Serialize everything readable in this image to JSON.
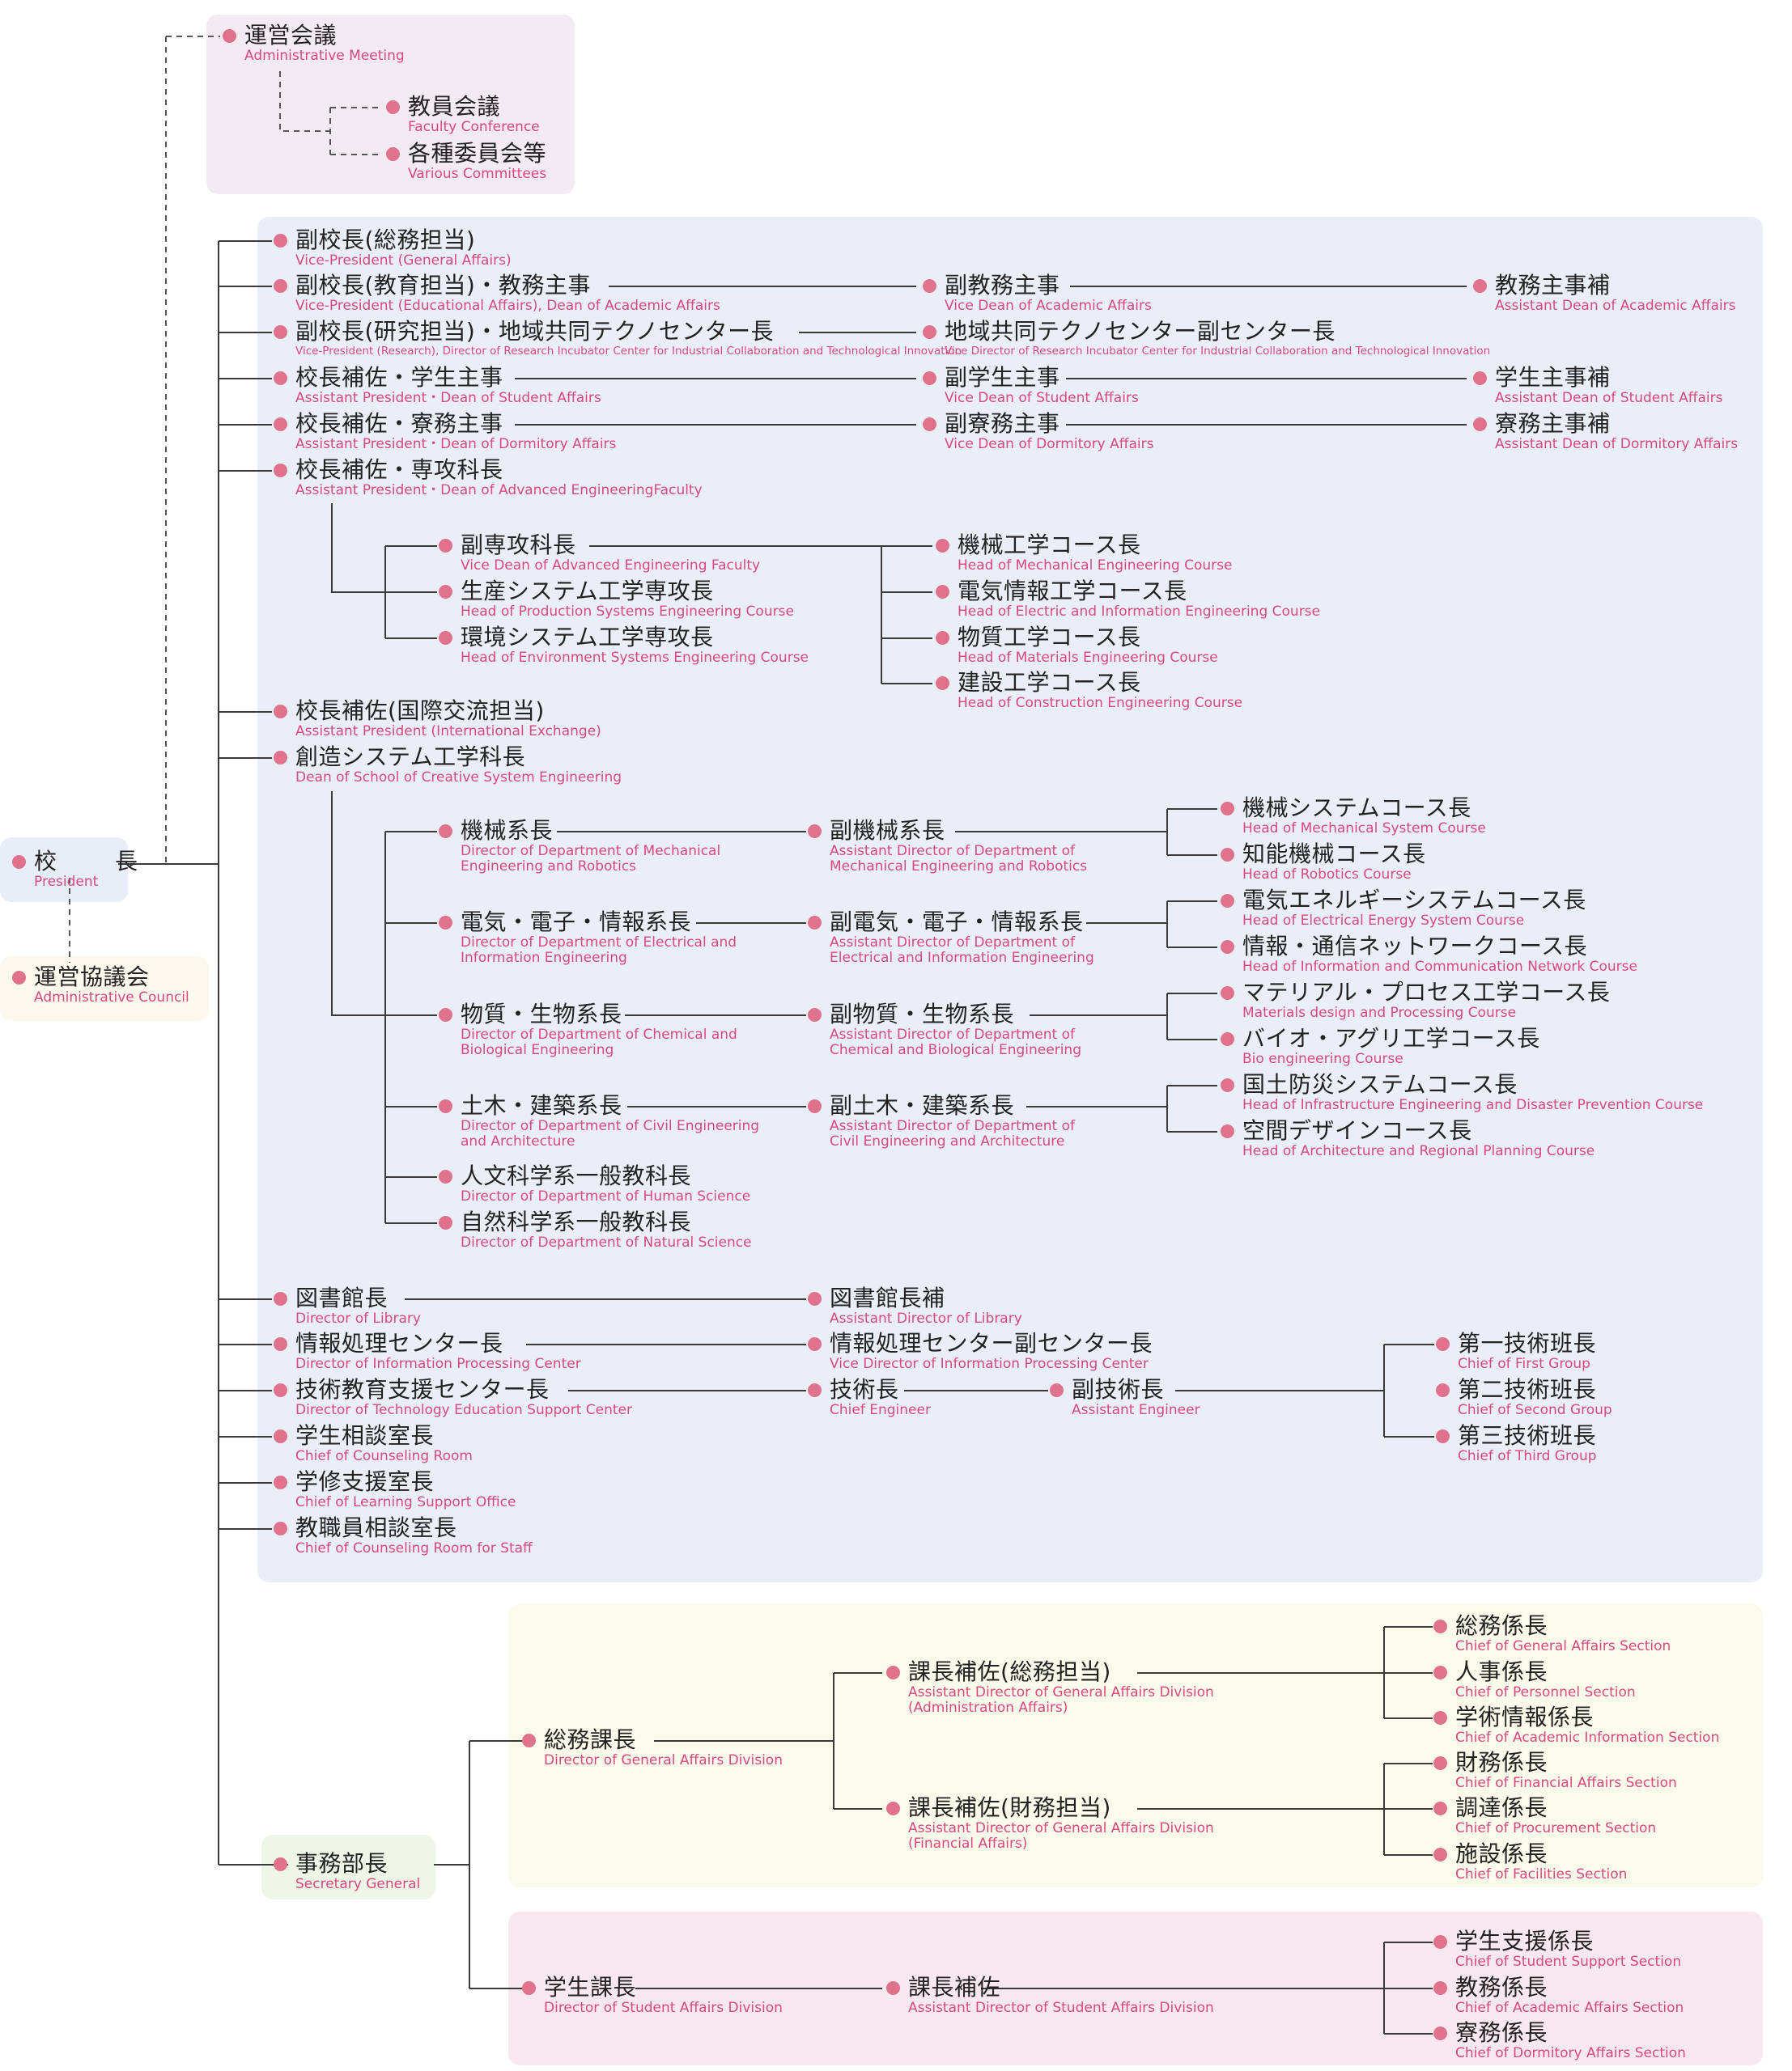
{
  "nodes": {
    "president": {
      "jp": "校　長",
      "en": "President"
    },
    "admin_meeting": {
      "jp": "運営会議",
      "en": "Administrative Meeting"
    },
    "faculty_conf": {
      "jp": "教員会議",
      "en": "Faculty Conference"
    },
    "committees": {
      "jp": "各種委員会等",
      "en": "Various Committees"
    },
    "admin_council": {
      "jp": "運営協議会",
      "en": "Administrative Council"
    },
    "vp_general": {
      "jp": "副校長(総務担当)",
      "en": "Vice-President (General Affairs)"
    },
    "vp_edu": {
      "jp": "副校長(教育担当)・教務主事",
      "en": "Vice-President (Educational Affairs), Dean of Academic Affairs"
    },
    "vice_dean_acad": {
      "jp": "副教務主事",
      "en": "Vice Dean of Academic Affairs"
    },
    "asst_dean_acad": {
      "jp": "教務主事補",
      "en": "Assistant Dean of Academic Affairs"
    },
    "vp_research": {
      "jp": "副校長(研究担当)・地域共同テクノセンター長",
      "en": "Vice-President (Research), Director of Research Incubator Center for Industrial Collaboration and Technological Innovation"
    },
    "vice_dir_techno": {
      "jp": "地域共同テクノセンター副センター長",
      "en": "Vice Director of Research Incubator Center for Industrial Collaboration and Technological Innovation"
    },
    "ap_student": {
      "jp": "校長補佐・学生主事",
      "en": "Assistant President・Dean of Student Affairs"
    },
    "vice_dean_student": {
      "jp": "副学生主事",
      "en": "Vice Dean of Student Affairs"
    },
    "asst_dean_student": {
      "jp": "学生主事補",
      "en": "Assistant Dean of Student Affairs"
    },
    "ap_dorm": {
      "jp": "校長補佐・寮務主事",
      "en": "Assistant President・Dean of Dormitory Affairs"
    },
    "vice_dean_dorm": {
      "jp": "副寮務主事",
      "en": "Vice Dean of Dormitory Affairs"
    },
    "asst_dean_dorm": {
      "jp": "寮務主事補",
      "en": "Assistant Dean of Dormitory Affairs"
    },
    "ap_adv": {
      "jp": "校長補佐・専攻科長",
      "en": "Assistant President・Dean of Advanced EngineeringFaculty"
    },
    "vice_dean_adv": {
      "jp": "副専攻科長",
      "en": "Vice Dean of Advanced Engineering Faculty"
    },
    "head_prod": {
      "jp": "生産システム工学専攻長",
      "en": "Head of Production Systems Engineering Course"
    },
    "head_env": {
      "jp": "環境システム工学専攻長",
      "en": "Head of Environment Systems Engineering Course"
    },
    "head_mech_course": {
      "jp": "機械工学コース長",
      "en": "Head of Mechanical Engineering Course"
    },
    "head_elec_course": {
      "jp": "電気情報工学コース長",
      "en": "Head of Electric and Information Engineering Course"
    },
    "head_mat_course": {
      "jp": "物質工学コース長",
      "en": "Head of Materials Engineering Course"
    },
    "head_const_course": {
      "jp": "建設工学コース長",
      "en": "Head of Construction Engineering Course"
    },
    "ap_intl": {
      "jp": "校長補佐(国際交流担当)",
      "en": "Assistant President (International Exchange)"
    },
    "dean_creative": {
      "jp": "創造システム工学科長",
      "en": "Dean of School of Creative System Engineering"
    },
    "dir_mech": {
      "jp": "機械系長",
      "en1": "Director of Department of Mechanical",
      "en2": "Engineering and Robotics"
    },
    "adir_mech": {
      "jp": "副機械系長",
      "en1": "Assistant Director of Department of",
      "en2": "Mechanical Engineering and Robotics"
    },
    "c_mech_sys": {
      "jp": "機械システムコース長",
      "en": "Head of Mechanical System Course"
    },
    "c_robotics": {
      "jp": "知能機械コース長",
      "en": "Head of Robotics Course"
    },
    "dir_elec": {
      "jp": "電気・電子・情報系長",
      "en1": "Director of Department of Electrical and",
      "en2": "Information Engineering"
    },
    "adir_elec": {
      "jp": "副電気・電子・情報系長",
      "en1": "Assistant Director of Department of",
      "en2": "Electrical and Information Engineering"
    },
    "c_energy": {
      "jp": "電気エネルギーシステムコース長",
      "en": "Head of Electrical Energy System Course"
    },
    "c_infocomm": {
      "jp": "情報・通信ネットワークコース長",
      "en": "Head of Information and Communication Network Course"
    },
    "dir_chem": {
      "jp": "物質・生物系長",
      "en1": "Director of Department of Chemical and",
      "en2": "Biological Engineering"
    },
    "adir_chem": {
      "jp": "副物質・生物系長",
      "en1": "Assistant Director of Department of",
      "en2": "Chemical and Biological Engineering"
    },
    "c_materials": {
      "jp": "マテリアル・プロセス工学コース長",
      "en": "Materials design and Processing Course"
    },
    "c_bio": {
      "jp": "バイオ・アグリ工学コース長",
      "en": "Bio engineering Course"
    },
    "dir_civil": {
      "jp": "土木・建築系長",
      "en1": "Director of Department of Civil Engineering",
      "en2": "and Architecture"
    },
    "adir_civil": {
      "jp": "副土木・建築系長",
      "en1": "Assistant Director of Department of",
      "en2": "Civil Engineering and Architecture"
    },
    "c_infra": {
      "jp": "国土防災システムコース長",
      "en": "Head of Infrastructure Engineering and Disaster Prevention Course"
    },
    "c_arch": {
      "jp": "空間デザインコース長",
      "en": "Head of Architecture and Regional Planning Course"
    },
    "dir_human": {
      "jp": "人文科学系一般教科長",
      "en": "Director of Department of Human Science"
    },
    "dir_natural": {
      "jp": "自然科学系一般教科長",
      "en": "Director of Department of Natural Science"
    },
    "dir_library": {
      "jp": "図書館長",
      "en": "Director of Library"
    },
    "adir_library": {
      "jp": "図書館長補",
      "en": "Assistant Director of Library"
    },
    "dir_ipc": {
      "jp": "情報処理センター長",
      "en": "Director of Information Processing Center"
    },
    "vdir_ipc": {
      "jp": "情報処理センター副センター長",
      "en": "Vice Director of Information Processing Center"
    },
    "dir_tech": {
      "jp": "技術教育支援センター長",
      "en": "Director of Technology Education Support Center"
    },
    "chief_eng": {
      "jp": "技術長",
      "en": "Chief Engineer"
    },
    "asst_eng": {
      "jp": "副技術長",
      "en": "Assistant Engineer"
    },
    "group1": {
      "jp": "第一技術班長",
      "en": "Chief of First Group"
    },
    "group2": {
      "jp": "第二技術班長",
      "en": "Chief of Second Group"
    },
    "group3": {
      "jp": "第三技術班長",
      "en": "Chief of Third Group"
    },
    "counsel": {
      "jp": "学生相談室長",
      "en": "Chief of Counseling Room"
    },
    "learning": {
      "jp": "学修支援室長",
      "en": "Chief of Learning Support Office"
    },
    "counsel_staff": {
      "jp": "教職員相談室長",
      "en": "Chief of Counseling Room for Staff"
    },
    "sec_general": {
      "jp": "事務部長",
      "en": "Secretary General"
    },
    "dir_ga": {
      "jp": "総務課長",
      "en": "Director of General Affairs Division"
    },
    "ad_ga_admin": {
      "jp": "課長補佐(総務担当)",
      "en1": "Assistant Director of General Affairs Division",
      "en2": "(Administration Affairs)"
    },
    "ad_ga_fin": {
      "jp": "課長補佐(財務担当)",
      "en1": "Assistant Director of General Affairs Division",
      "en2": "(Financial Affairs)"
    },
    "sec_general_affairs": {
      "jp": "総務係長",
      "en": "Chief of General Affairs Section"
    },
    "sec_personnel": {
      "jp": "人事係長",
      "en": "Chief of Personnel Section"
    },
    "sec_acad_info": {
      "jp": "学術情報係長",
      "en": "Chief of Academic Information Section"
    },
    "sec_financial": {
      "jp": "財務係長",
      "en": "Chief of Financial Affairs Section"
    },
    "sec_procure": {
      "jp": "調達係長",
      "en": "Chief of Procurement Section"
    },
    "sec_facilities": {
      "jp": "施設係長",
      "en": "Chief of  Facilities Section"
    },
    "dir_student": {
      "jp": "学生課長",
      "en": "Director of Student Affairs Division"
    },
    "ad_student": {
      "jp": "課長補佐",
      "en": "Assistant Director of Student Affairs Division"
    },
    "sec_student_support": {
      "jp": "学生支援係長",
      "en": "Chief of Student Support Section"
    },
    "sec_acad_affairs": {
      "jp": "教務係長",
      "en": "Chief of Academic Affairs Section"
    },
    "sec_dorm": {
      "jp": "寮務係長",
      "en": "Chief of Dormitory Affairs Section"
    }
  },
  "colors": {
    "dot": "#e0728e",
    "english_text": "#d9487e",
    "line": "#3a3a3a"
  }
}
